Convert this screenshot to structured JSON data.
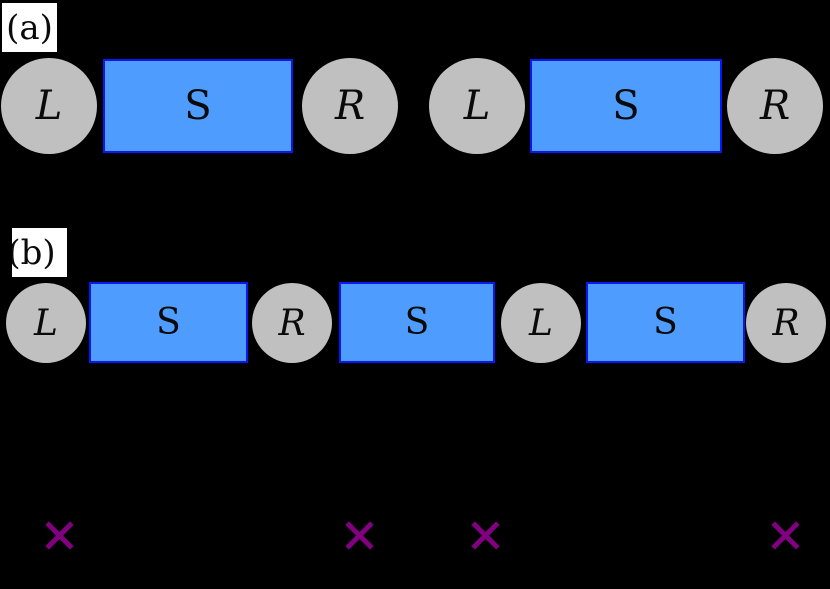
{
  "colors": {
    "background": "#000000",
    "lead_fill": "#c0c0c0",
    "segment_fill": "#4f9cff",
    "segment_border": "#0d17f2",
    "marker": "#800080",
    "text": "#0a0a0a"
  },
  "panel_a": {
    "label": "(a)",
    "chains": [
      {
        "elements": [
          {
            "type": "lead",
            "label": "L"
          },
          {
            "type": "segment",
            "label": "S"
          },
          {
            "type": "lead",
            "label": "R"
          }
        ]
      },
      {
        "elements": [
          {
            "type": "lead",
            "label": "L"
          },
          {
            "type": "segment",
            "label": "S"
          },
          {
            "type": "lead",
            "label": "R"
          }
        ]
      }
    ]
  },
  "panel_b": {
    "label": "(b)",
    "chain": {
      "elements": [
        {
          "type": "lead",
          "label": "L"
        },
        {
          "type": "segment",
          "label": "S"
        },
        {
          "type": "lead",
          "label": "R"
        },
        {
          "type": "segment",
          "label": "S"
        },
        {
          "type": "lead",
          "label": "L"
        },
        {
          "type": "segment",
          "label": "S"
        },
        {
          "type": "lead",
          "label": "R"
        }
      ]
    }
  },
  "markers": {
    "symbol": "×",
    "count": 4
  }
}
